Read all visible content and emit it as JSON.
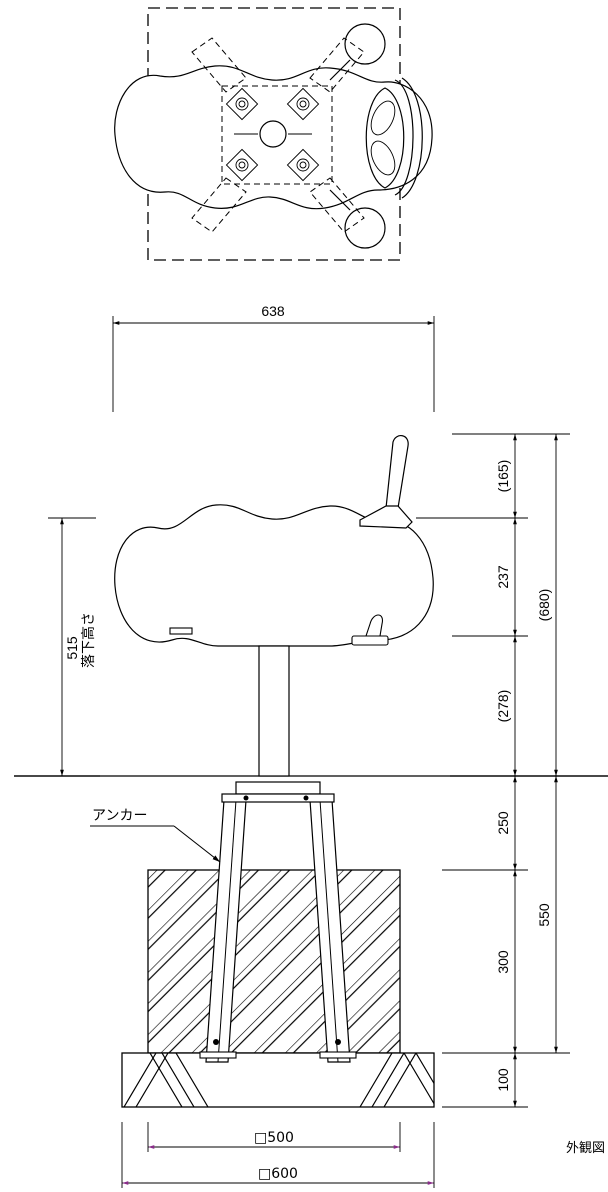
{
  "drawing": {
    "caption": "外観図",
    "labels": {
      "anchor": "アンカー",
      "fall_height": "落下高さ"
    },
    "dimensions": {
      "width_638": "638",
      "fall_height_515": "515",
      "top_165": "(165)",
      "seat_237": "237",
      "post_278": "(278)",
      "total_680": "(680)",
      "below_250": "250",
      "below_300": "300",
      "below_100": "100",
      "below_550": "550",
      "square_500": "□500",
      "square_600": "□600"
    }
  }
}
